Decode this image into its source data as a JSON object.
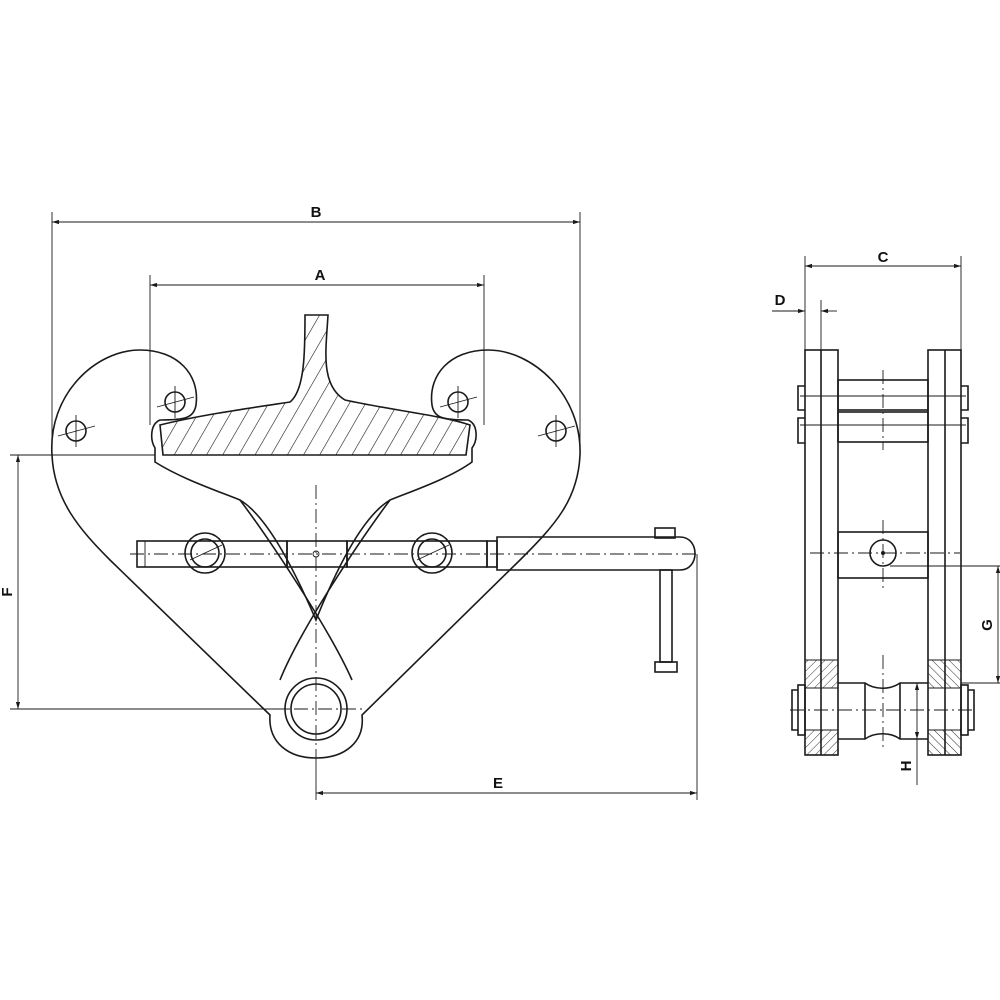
{
  "dimensions": {
    "A": "A",
    "B": "B",
    "C": "C",
    "D": "D",
    "E": "E",
    "F": "F",
    "G": "G",
    "H": "H"
  },
  "colors": {
    "line": "#1a1a1a",
    "background": "#ffffff"
  }
}
